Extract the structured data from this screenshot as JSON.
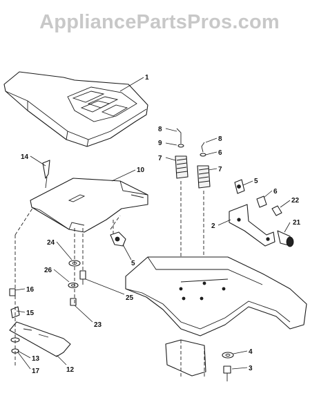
{
  "watermark": "AppliancePartsPros.com",
  "callouts": [
    "1",
    "14",
    "10",
    "8",
    "9",
    "7",
    "8",
    "6",
    "7",
    "5",
    "6",
    "22",
    "2",
    "21",
    "24",
    "26",
    "5",
    "16",
    "25",
    "15",
    "23",
    "13",
    "17",
    "12",
    "4",
    "3"
  ]
}
